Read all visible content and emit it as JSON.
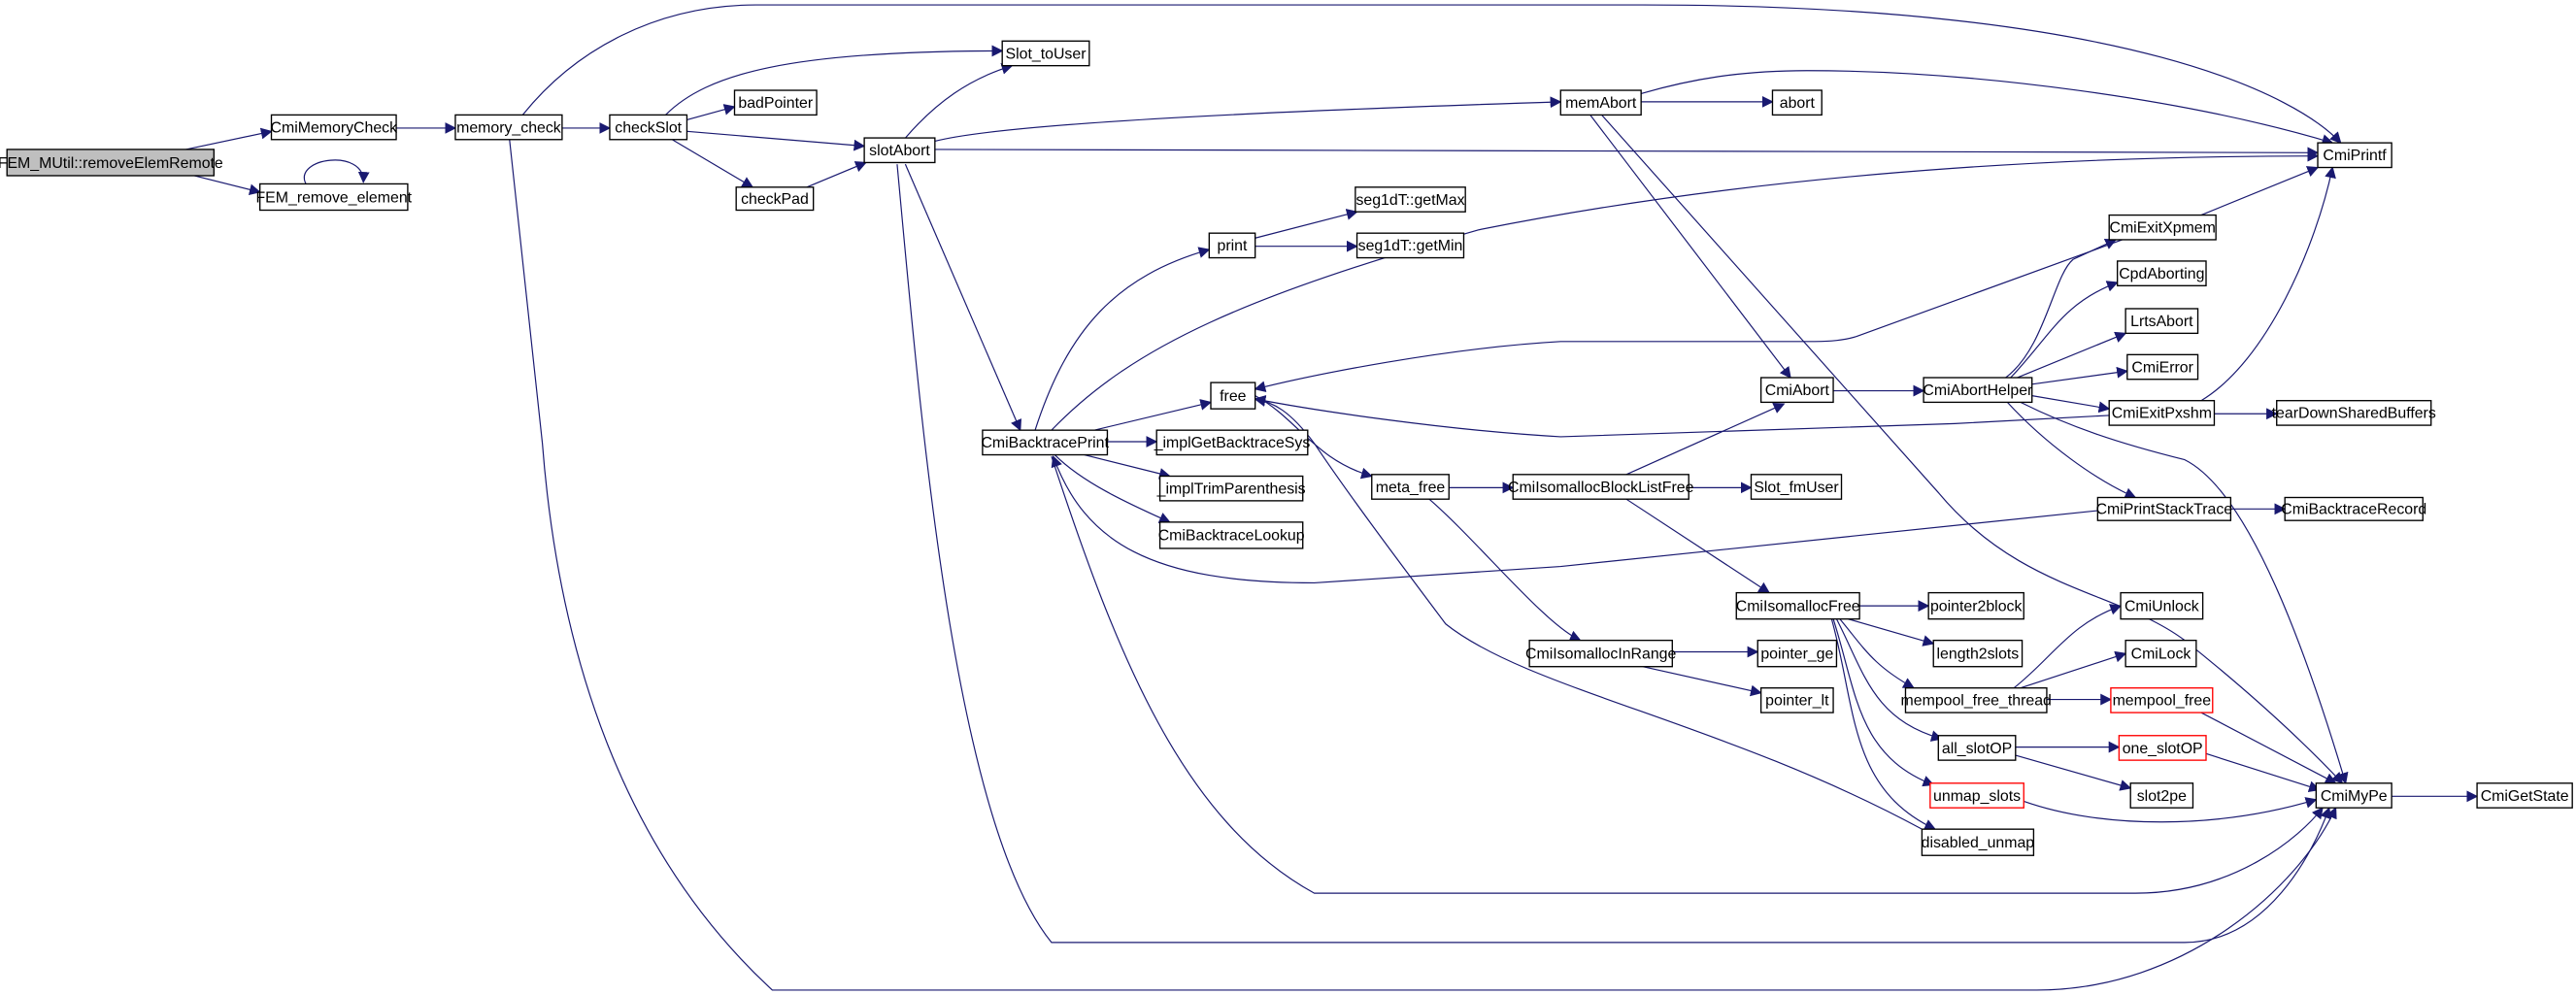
{
  "graph": {
    "edge_color": "#191970",
    "nodes": [
      {
        "id": "root",
        "label": "FEM_MUtil::removeElemRemote",
        "fill": "#bfbfbf",
        "border": "#000000"
      },
      {
        "id": "cmiMemoryCheck",
        "label": "CmiMemoryCheck"
      },
      {
        "id": "femRemoveElement",
        "label": "FEM_remove_element"
      },
      {
        "id": "memoryCheck",
        "label": "memory_check"
      },
      {
        "id": "checkSlot",
        "label": "checkSlot"
      },
      {
        "id": "badPointer",
        "label": "badPointer"
      },
      {
        "id": "checkPad",
        "label": "checkPad"
      },
      {
        "id": "slotAbort",
        "label": "slotAbort"
      },
      {
        "id": "slotToUser",
        "label": "Slot_toUser"
      },
      {
        "id": "memAbort",
        "label": "memAbort"
      },
      {
        "id": "abort",
        "label": "abort"
      },
      {
        "id": "cmiPrintf",
        "label": "CmiPrintf"
      },
      {
        "id": "print",
        "label": "print"
      },
      {
        "id": "getMax",
        "label": "seg1dT::getMax"
      },
      {
        "id": "getMin",
        "label": "seg1dT::getMin"
      },
      {
        "id": "cmiExitXpmem",
        "label": "CmiExitXpmem"
      },
      {
        "id": "cpdAborting",
        "label": "CpdAborting"
      },
      {
        "id": "lrtsAbort",
        "label": "LrtsAbort"
      },
      {
        "id": "cmiError",
        "label": "CmiError"
      },
      {
        "id": "cmiAbort",
        "label": "CmiAbort"
      },
      {
        "id": "cmiAbortHelper",
        "label": "CmiAbortHelper"
      },
      {
        "id": "cmiExitPxshm",
        "label": "CmiExitPxshm"
      },
      {
        "id": "tearDown",
        "label": "tearDownSharedBuffers"
      },
      {
        "id": "free",
        "label": "free"
      },
      {
        "id": "backtracePrint",
        "label": "CmiBacktracePrint"
      },
      {
        "id": "implGetBacktraceSys",
        "label": "_implGetBacktraceSys"
      },
      {
        "id": "implTrimParenthesis",
        "label": "_implTrimParenthesis"
      },
      {
        "id": "backtraceLookup",
        "label": "CmiBacktraceLookup"
      },
      {
        "id": "metaFree",
        "label": "meta_free"
      },
      {
        "id": "blockListFree",
        "label": "CmiIsomallocBlockListFree"
      },
      {
        "id": "slotFmUser",
        "label": "Slot_fmUser"
      },
      {
        "id": "printStackTrace",
        "label": "CmiPrintStackTrace"
      },
      {
        "id": "backtraceRecord",
        "label": "CmiBacktraceRecord"
      },
      {
        "id": "isomallocFree",
        "label": "CmiIsomallocFree"
      },
      {
        "id": "pointer2block",
        "label": "pointer2block"
      },
      {
        "id": "length2slots",
        "label": "length2slots"
      },
      {
        "id": "isomallocInRange",
        "label": "CmiIsomallocInRange"
      },
      {
        "id": "pointerGe",
        "label": "pointer_ge"
      },
      {
        "id": "pointerLt",
        "label": "pointer_lt"
      },
      {
        "id": "cmiUnlock",
        "label": "CmiUnlock"
      },
      {
        "id": "cmiLock",
        "label": "CmiLock"
      },
      {
        "id": "mempoolFreeThread",
        "label": "mempool_free_thread"
      },
      {
        "id": "mempoolFree",
        "label": "mempool_free",
        "border": "#ff0000"
      },
      {
        "id": "allSlotOP",
        "label": "all_slotOP"
      },
      {
        "id": "oneSlotOP",
        "label": "one_slotOP",
        "border": "#ff0000"
      },
      {
        "id": "unmapSlots",
        "label": "unmap_slots",
        "border": "#ff0000"
      },
      {
        "id": "slot2pe",
        "label": "slot2pe"
      },
      {
        "id": "cmiMyPe",
        "label": "CmiMyPe"
      },
      {
        "id": "cmiGetState",
        "label": "CmiGetState"
      },
      {
        "id": "disabledUnmap",
        "label": "disabled_unmap"
      }
    ],
    "edges": [
      [
        "root",
        "cmiMemoryCheck"
      ],
      [
        "root",
        "femRemoveElement"
      ],
      [
        "femRemoveElement",
        "femRemoveElement"
      ],
      [
        "cmiMemoryCheck",
        "memoryCheck"
      ],
      [
        "memoryCheck",
        "checkSlot"
      ],
      [
        "memoryCheck",
        "cmiPrintf"
      ],
      [
        "memoryCheck",
        "cmiMyPe"
      ],
      [
        "checkSlot",
        "slotToUser"
      ],
      [
        "checkSlot",
        "badPointer"
      ],
      [
        "checkSlot",
        "slotAbort"
      ],
      [
        "checkSlot",
        "checkPad"
      ],
      [
        "checkPad",
        "slotAbort"
      ],
      [
        "slotAbort",
        "slotToUser"
      ],
      [
        "slotAbort",
        "memAbort"
      ],
      [
        "slotAbort",
        "cmiPrintf"
      ],
      [
        "slotAbort",
        "backtracePrint"
      ],
      [
        "slotAbort",
        "cmiMyPe"
      ],
      [
        "memAbort",
        "abort"
      ],
      [
        "memAbort",
        "cmiPrintf"
      ],
      [
        "memAbort",
        "cmiAbort"
      ],
      [
        "memAbort",
        "cmiMyPe"
      ],
      [
        "print",
        "getMax"
      ],
      [
        "print",
        "getMin"
      ],
      [
        "backtracePrint",
        "print"
      ],
      [
        "backtracePrint",
        "free"
      ],
      [
        "backtracePrint",
        "implGetBacktraceSys"
      ],
      [
        "backtracePrint",
        "implTrimParenthesis"
      ],
      [
        "backtracePrint",
        "backtraceLookup"
      ],
      [
        "backtracePrint",
        "cmiPrintf"
      ],
      [
        "backtracePrint",
        "cmiMyPe"
      ],
      [
        "cmiExitXpmem",
        "free"
      ],
      [
        "cmiExitPxshm",
        "free"
      ],
      [
        "cmiAbort",
        "cmiAbortHelper"
      ],
      [
        "blockListFree",
        "cmiAbort"
      ],
      [
        "cmiAbortHelper",
        "cmiExitXpmem"
      ],
      [
        "cmiAbortHelper",
        "cpdAborting"
      ],
      [
        "cmiAbortHelper",
        "lrtsAbort"
      ],
      [
        "cmiAbortHelper",
        "cmiError"
      ],
      [
        "cmiAbortHelper",
        "cmiExitPxshm"
      ],
      [
        "cmiAbortHelper",
        "printStackTrace"
      ],
      [
        "cmiAbortHelper",
        "cmiMyPe"
      ],
      [
        "cmiExitPxshm",
        "tearDown"
      ],
      [
        "cmiExitPxshm",
        "cmiPrintf"
      ],
      [
        "cmiExitXpmem",
        "cmiPrintf"
      ],
      [
        "printStackTrace",
        "backtraceRecord"
      ],
      [
        "printStackTrace",
        "backtracePrint"
      ],
      [
        "free",
        "metaFree"
      ],
      [
        "metaFree",
        "blockListFree"
      ],
      [
        "metaFree",
        "isomallocInRange"
      ],
      [
        "blockListFree",
        "slotFmUser"
      ],
      [
        "blockListFree",
        "isomallocFree"
      ],
      [
        "disabledUnmap",
        "free"
      ],
      [
        "isomallocInRange",
        "pointerGe"
      ],
      [
        "isomallocInRange",
        "pointerLt"
      ],
      [
        "isomallocFree",
        "pointer2block"
      ],
      [
        "isomallocFree",
        "length2slots"
      ],
      [
        "isomallocFree",
        "mempoolFreeThread"
      ],
      [
        "isomallocFree",
        "allSlotOP"
      ],
      [
        "isomallocFree",
        "unmapSlots"
      ],
      [
        "isomallocFree",
        "disabledUnmap"
      ],
      [
        "mempoolFreeThread",
        "cmiUnlock"
      ],
      [
        "mempoolFreeThread",
        "cmiLock"
      ],
      [
        "mempoolFreeThread",
        "mempoolFree"
      ],
      [
        "mempoolFree",
        "cmiMyPe"
      ],
      [
        "allSlotOP",
        "oneSlotOP"
      ],
      [
        "allSlotOP",
        "slot2pe"
      ],
      [
        "oneSlotOP",
        "cmiMyPe"
      ],
      [
        "unmapSlots",
        "cmiMyPe"
      ],
      [
        "cmiMyPe",
        "cmiGetState"
      ]
    ]
  }
}
